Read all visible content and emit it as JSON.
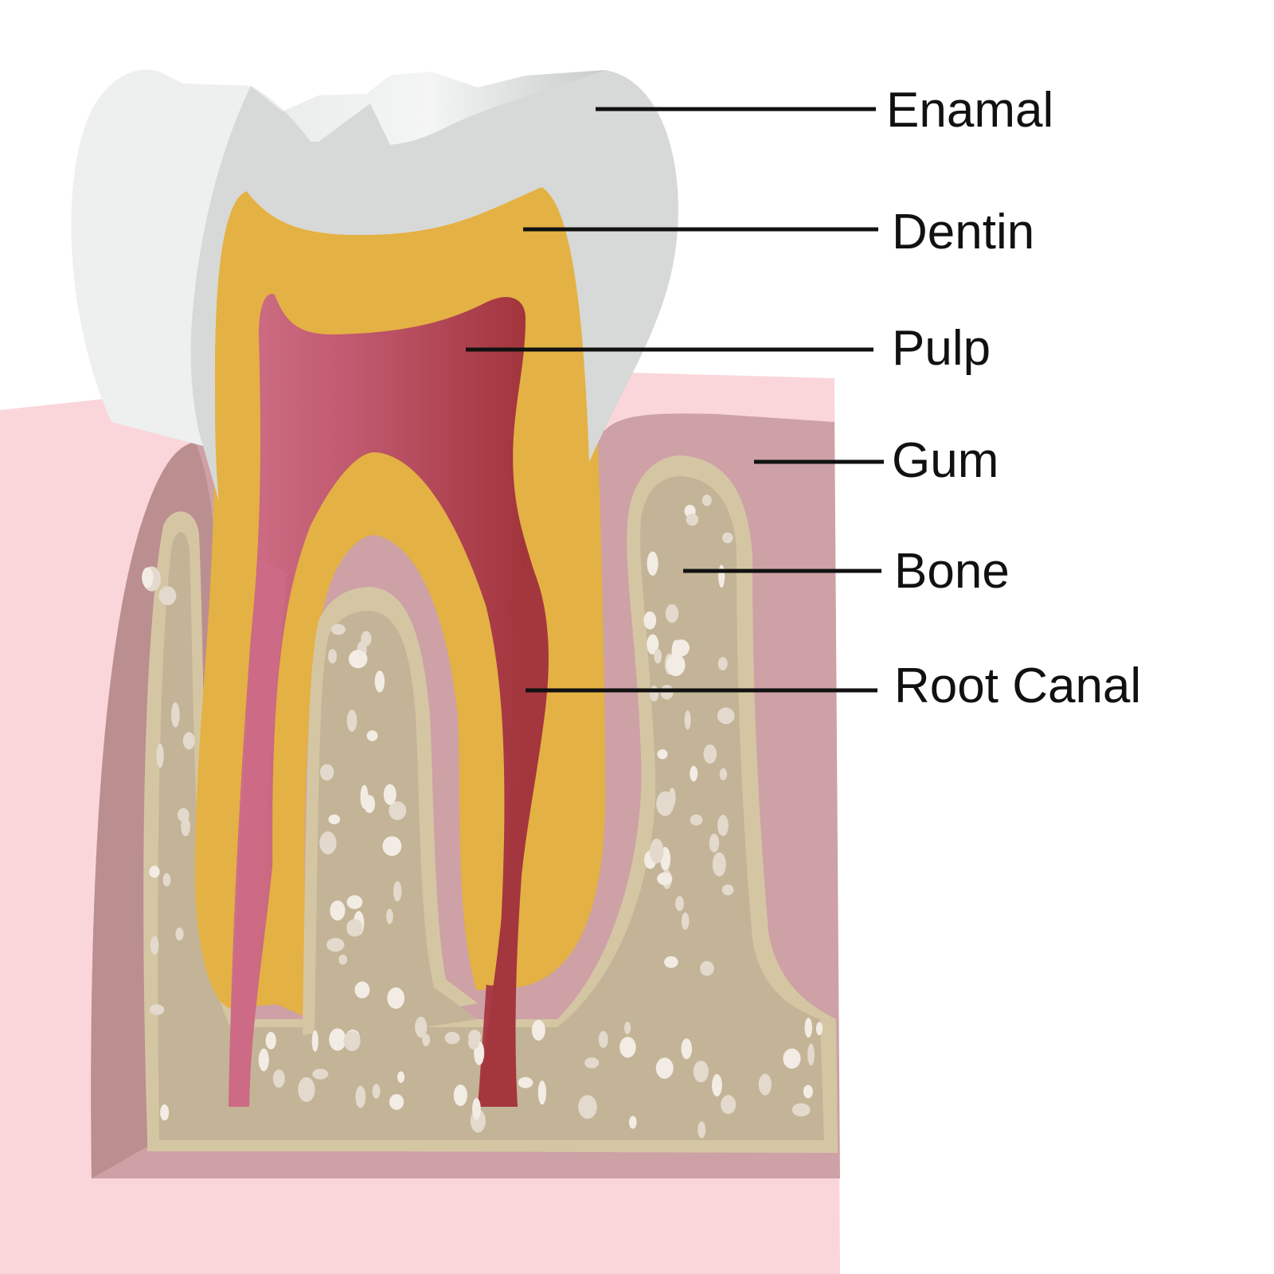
{
  "diagram": {
    "labels": {
      "enamel": "Enamal",
      "dentin": "Dentin",
      "pulp": "Pulp",
      "gum": "Gum",
      "bone": "Bone",
      "root_canal": "Root Canal"
    }
  }
}
